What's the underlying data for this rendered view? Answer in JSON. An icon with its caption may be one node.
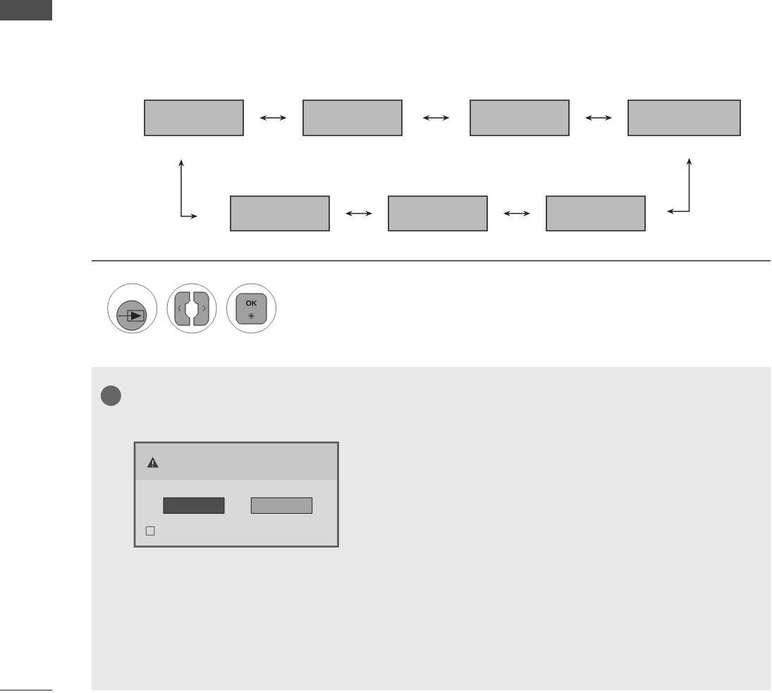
{
  "diagram": {
    "nodes": [
      {
        "text": [],
        "shape": "box"
      },
      {
        "text": [],
        "shape": "box"
      },
      {
        "text": [],
        "shape": "box"
      },
      {
        "text": [],
        "shape": "box"
      },
      {
        "text": [],
        "shape": "box"
      },
      {
        "text": [],
        "shape": "box"
      },
      {
        "text": [],
        "shape": "box"
      }
    ],
    "edges": [
      {
        "from": 0,
        "to": 1,
        "arrow": "both"
      },
      {
        "from": 1,
        "to": 2,
        "arrow": "both"
      },
      {
        "from": 2,
        "to": 3,
        "arrow": "both"
      },
      {
        "from": 0,
        "to": 4,
        "arrow": "both"
      },
      {
        "from": 4,
        "to": 5,
        "arrow": "both"
      },
      {
        "from": 5,
        "to": 6,
        "arrow": "both"
      },
      {
        "from": 6,
        "to": 3,
        "arrow": "both"
      }
    ],
    "labels": [
      "OK"
    ]
  }
}
